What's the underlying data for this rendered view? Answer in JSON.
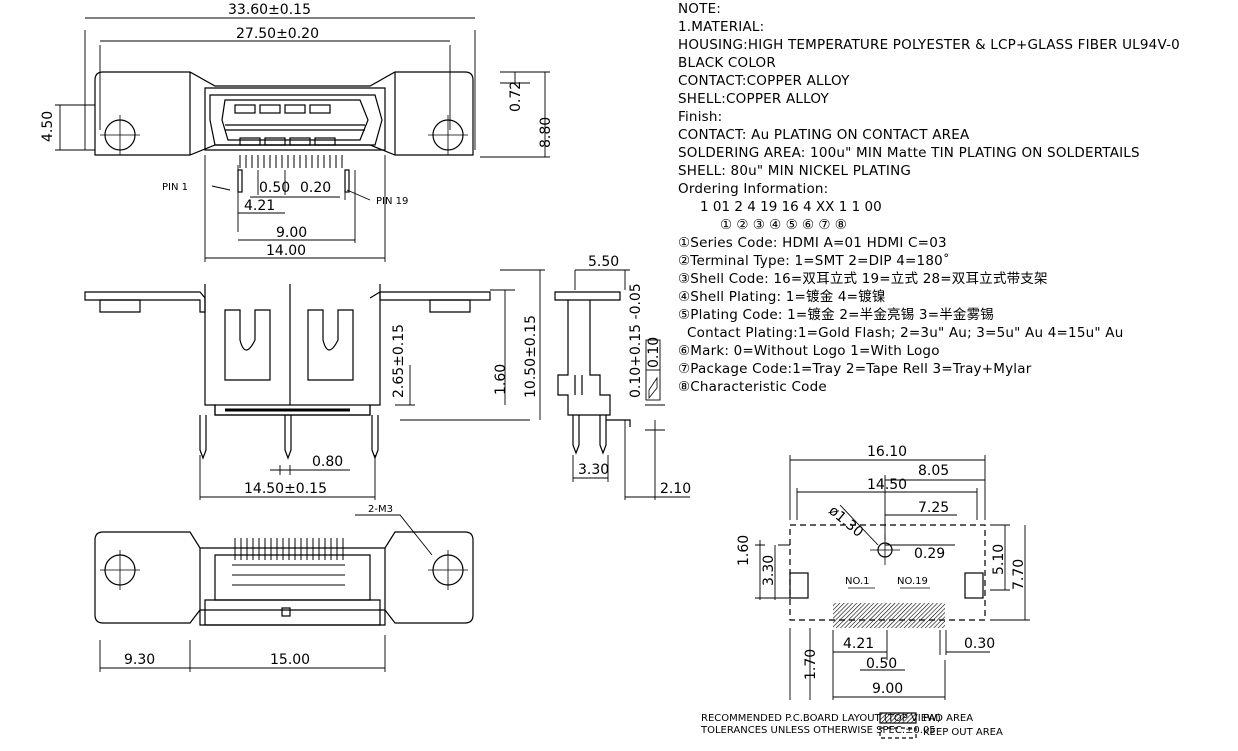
{
  "top_view": {
    "dims": [
      "33.60±0.15",
      "27.50±0.20",
      "4.50",
      "0.72",
      "8.80",
      "0.50",
      "0.20",
      "4.21",
      "9.00",
      "14.00"
    ],
    "labels": [
      "PIN 1",
      "PIN 19"
    ]
  },
  "front_view": {
    "dims": [
      "1.60",
      "2.65±0.15",
      "10.50±0.15",
      "0.80",
      "14.50±0.15"
    ]
  },
  "side_view": {
    "dims": [
      "5.50",
      "0.10+0.15\n-0.05",
      "0.10",
      "3.30",
      "2.10"
    ]
  },
  "bottom_view": {
    "dims": [
      "9.30",
      "15.00"
    ],
    "labels": [
      "2-M3"
    ]
  },
  "notes": {
    "lines": [
      "NOTE:",
      "1.MATERIAL:",
      "HOUSING:HIGH TEMPERATURE POLYESTER & LCP+GLASS FIBER UL94V-0",
      "BLACK COLOR",
      "CONTACT:COPPER ALLOY",
      "SHELL:COPPER ALLOY",
      "Finish:",
      "CONTACT: Au PLATING ON CONTACT AREA",
      "SOLDERING AREA: 100u\" MIN Matte TIN PLATING ON SOLDERTAILS",
      "SHELL: 80u\" MIN NICKEL PLATING",
      "Ordering Information:"
    ],
    "ordering_code": "1 01 2 4 19 16 4 XX 1 1 00",
    "ordering_marks": "① ② ③ ④ ⑤ ⑥ ⑦ ⑧",
    "codes": [
      "①Series Code: HDMI A=01 HDMI C=03",
      "②Terminal Type: 1=SMT 2=DIP 4=180˚",
      "③Shell Code: 16=双耳立式 19=立式 28=双耳立式带支架",
      "④Shell Plating: 1=镀金 4=镀镍",
      "⑤Plating Code: 1=镀金 2=半金亮锡 3=半金雾锡",
      "  Contact Plating:1=Gold Flash; 2=3u\" Au; 3=5u\" Au 4=15u\" Au",
      "⑥Mark: 0=Without Logo 1=With Logo",
      "⑦Package Code:1=Tray 2=Tape Rell 3=Tray+Mylar",
      "⑧Characteristic Code"
    ]
  },
  "pcb_layout": {
    "dims": [
      "16.10",
      "8.05",
      "14.50",
      "7.25",
      "ø1.30",
      "0.29",
      "1.60",
      "3.30",
      "5.10",
      "7.70",
      "4.21",
      "0.30",
      "0.50",
      "1.70",
      "9.00"
    ],
    "labels": [
      "NO.1",
      "NO.19"
    ]
  },
  "legend": {
    "line1": "RECOMMENDED P.C.BOARD LAYOUT (TOP VIEW)",
    "line2": "TOLERANCES UNLESS OTHERWISE SPEC.±0.05",
    "pad": "PAD AREA",
    "keepout": "KEEP OUT AREA"
  }
}
